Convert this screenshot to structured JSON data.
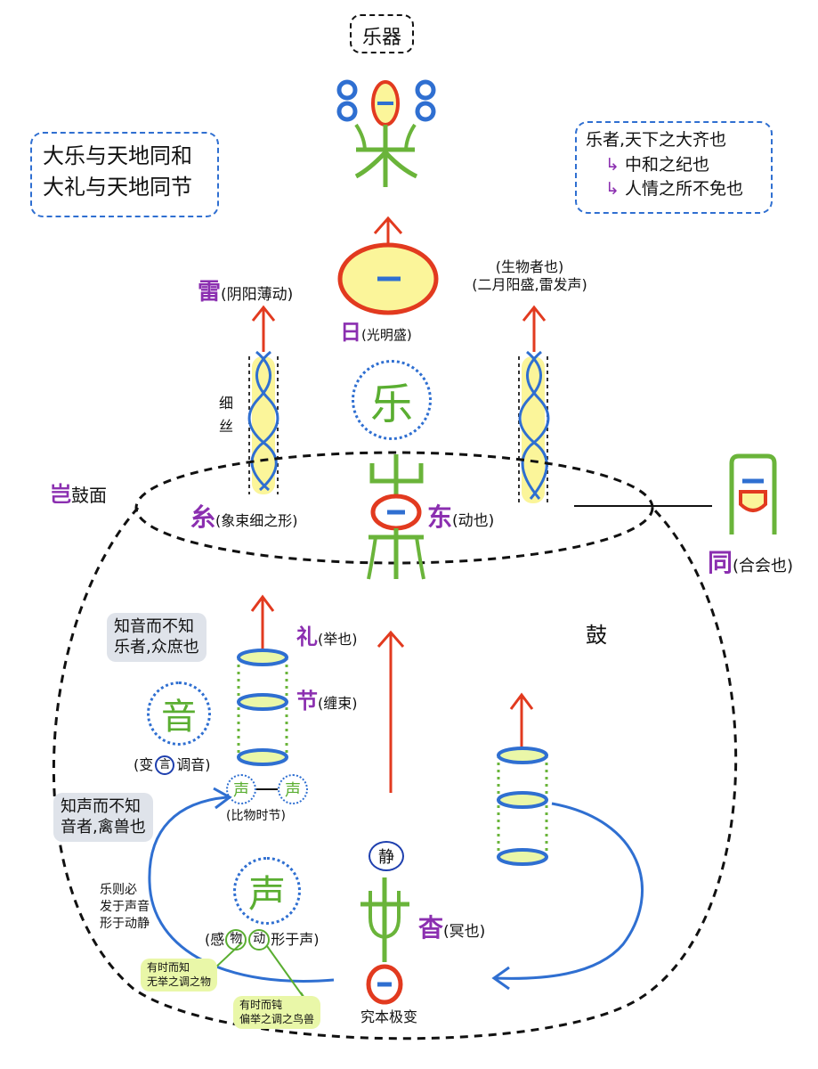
{
  "title": "乐器",
  "left_box": {
    "line1": "大乐与天地同和",
    "line2": "大礼与天地同节"
  },
  "right_box": {
    "line1": "乐者,天下之大齐也",
    "line2": "中和之纪也",
    "line3": "人情之所不免也"
  },
  "sun": {
    "char": "日",
    "note": "(光明盛)"
  },
  "thunder": {
    "char": "雷",
    "note": "(阴阳薄动)"
  },
  "right_note": {
    "line1": "(生物者也)",
    "line2": "(二月阳盛,雷发声)"
  },
  "silk": {
    "label1": "细",
    "label2": "丝"
  },
  "yue_circle": "乐",
  "drum_face": {
    "char": "岂",
    "text": "鼓面"
  },
  "mi": {
    "char": "糸",
    "note": "(象束细之形)"
  },
  "dong": {
    "char": "东",
    "note": "(动也)"
  },
  "tong": {
    "char": "同",
    "note": "(合会也)"
  },
  "gu": "鼓",
  "li": {
    "char": "礼",
    "note": "(举也)"
  },
  "jie": {
    "char": "节",
    "note": "(缠束)"
  },
  "bubble_zhiyin": {
    "line1": "知音而不知",
    "line2": "乐者,众庶也"
  },
  "yin_circle": "音",
  "yin_note": {
    "before": "(变",
    "circled": "言",
    "after": "调音)"
  },
  "sheng_small": "声",
  "bi_note": "(比物时节)",
  "bubble_zhisheng": {
    "line1": "知声而不知",
    "line2": "音者,禽兽也"
  },
  "side_note": {
    "line1": "乐则必",
    "line2": "发于声音",
    "line3": "形于动静"
  },
  "sheng_circle": "声",
  "gan_note": {
    "before": "(感",
    "c1": "物",
    "c2": "动",
    "after": "形于声)"
  },
  "bubble_wu": {
    "line1": "有时而知",
    "line2": "无举之调之物"
  },
  "bubble_qin": {
    "line1": "有时而钝",
    "line2": "偏举之调之鸟兽"
  },
  "jing": "静",
  "yao": {
    "char": "杳",
    "note": "(冥也)"
  },
  "bottom_text": "究本极变",
  "colors": {
    "red": "#e23a1f",
    "blue": "#2f6fd1",
    "green": "#6ab43a",
    "yellow": "#fbf59a",
    "purple": "#8b2fb0",
    "lime": "#e9f7a8",
    "gray": "#dfe3ea"
  }
}
